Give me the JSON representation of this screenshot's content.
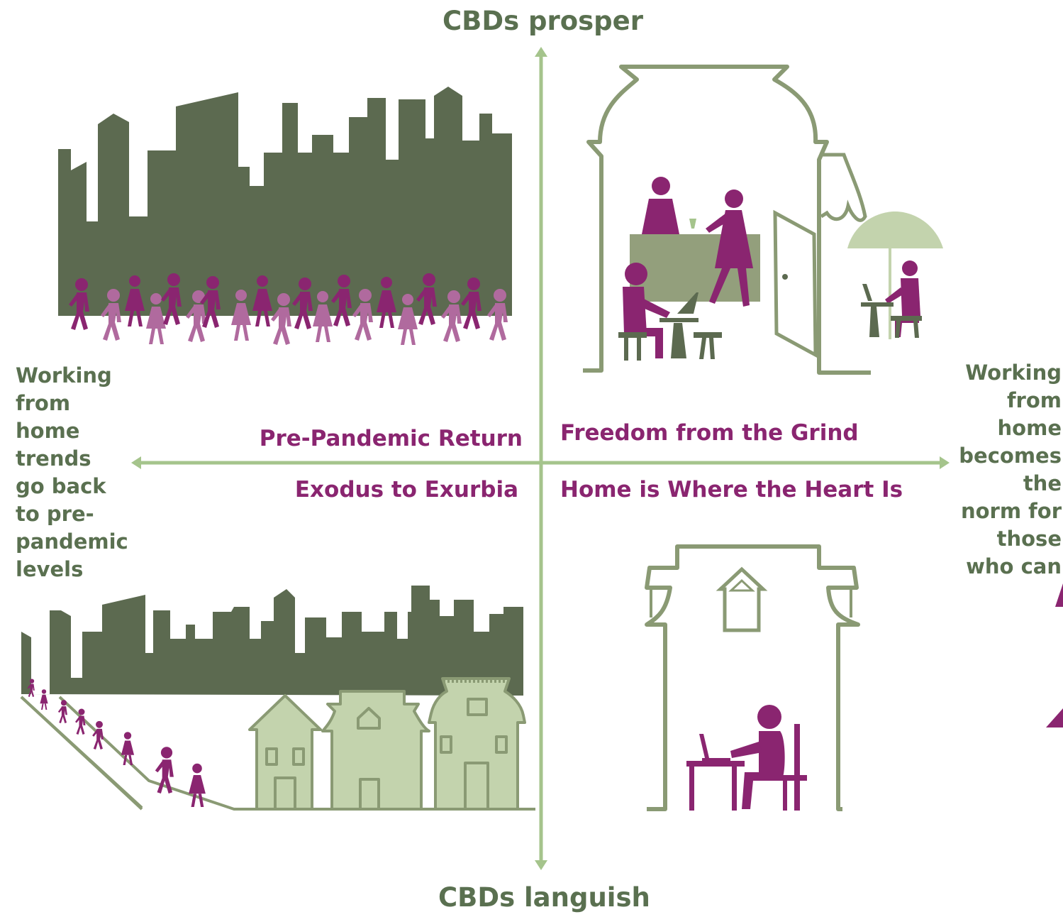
{
  "axes": {
    "top": "CBDs prosper",
    "bottom": "CBDs languish",
    "left": [
      "Working",
      "from",
      "home",
      "trends",
      "go back",
      "to pre-",
      "pandemic",
      "levels"
    ],
    "right": [
      "Working",
      "from",
      "home",
      "becomes",
      "the",
      "norm for",
      "those",
      "who can"
    ]
  },
  "quadrants": {
    "top_left": "Pre-Pandemic Return",
    "top_right": "Freedom from the Grind",
    "bottom_left": "Exodus to Exurbia",
    "bottom_right": "Home is Where the Heart Is"
  },
  "colors": {
    "axis": "#a5c48c",
    "skyline": "#5c6a50",
    "house_fill": "#c3d3ad",
    "outline": "#8a9a74",
    "purple": "#8a2570",
    "light_purple": "#b06a9e",
    "text_green": "#5a7050"
  }
}
